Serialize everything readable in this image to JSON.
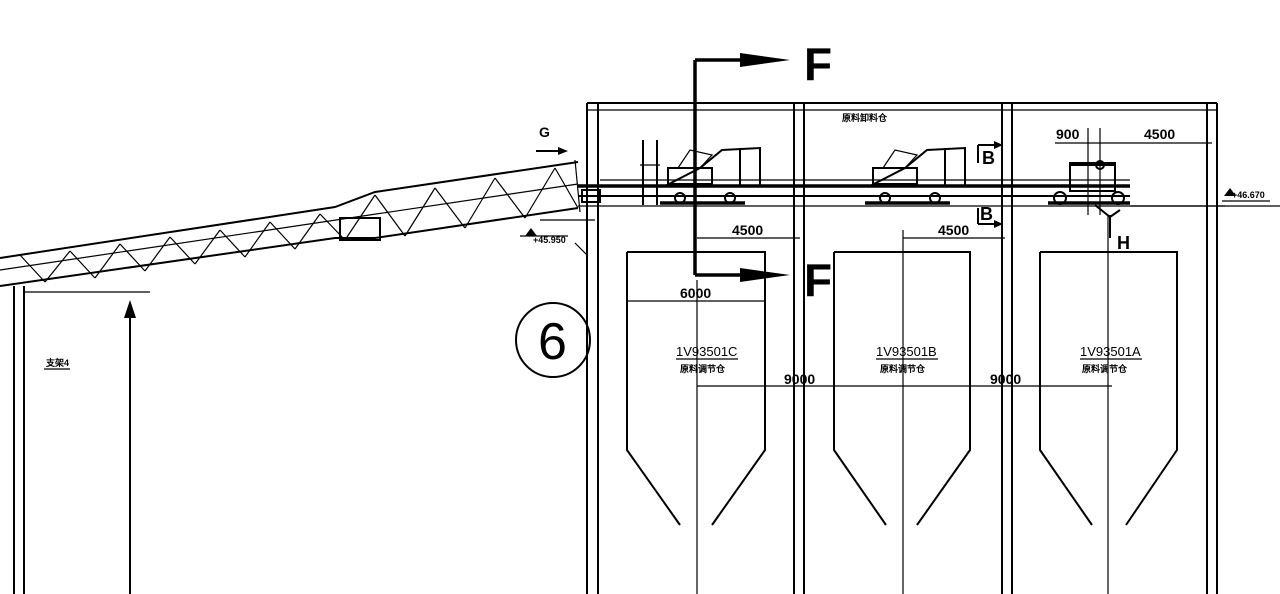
{
  "section_marks": {
    "f": "F",
    "g": "G",
    "h": "H",
    "b": "B"
  },
  "dimensions": {
    "d900": "900",
    "d4500_top": "4500",
    "d4500_left": "4500",
    "d4500_mid": "4500",
    "d6000": "6000",
    "d9000_left": "9000",
    "d9000_right": "9000"
  },
  "elevations": {
    "top": "+46.670",
    "left": "+45.950"
  },
  "axis_mark": "6",
  "bins": [
    {
      "code": "1V93501C",
      "name": "原料调节仓"
    },
    {
      "code": "1V93501B",
      "name": "原料调节仓"
    },
    {
      "code": "1V93501A",
      "name": "原料调节仓"
    }
  ],
  "support_label": "支架4",
  "top_label": "原料卸料仓"
}
